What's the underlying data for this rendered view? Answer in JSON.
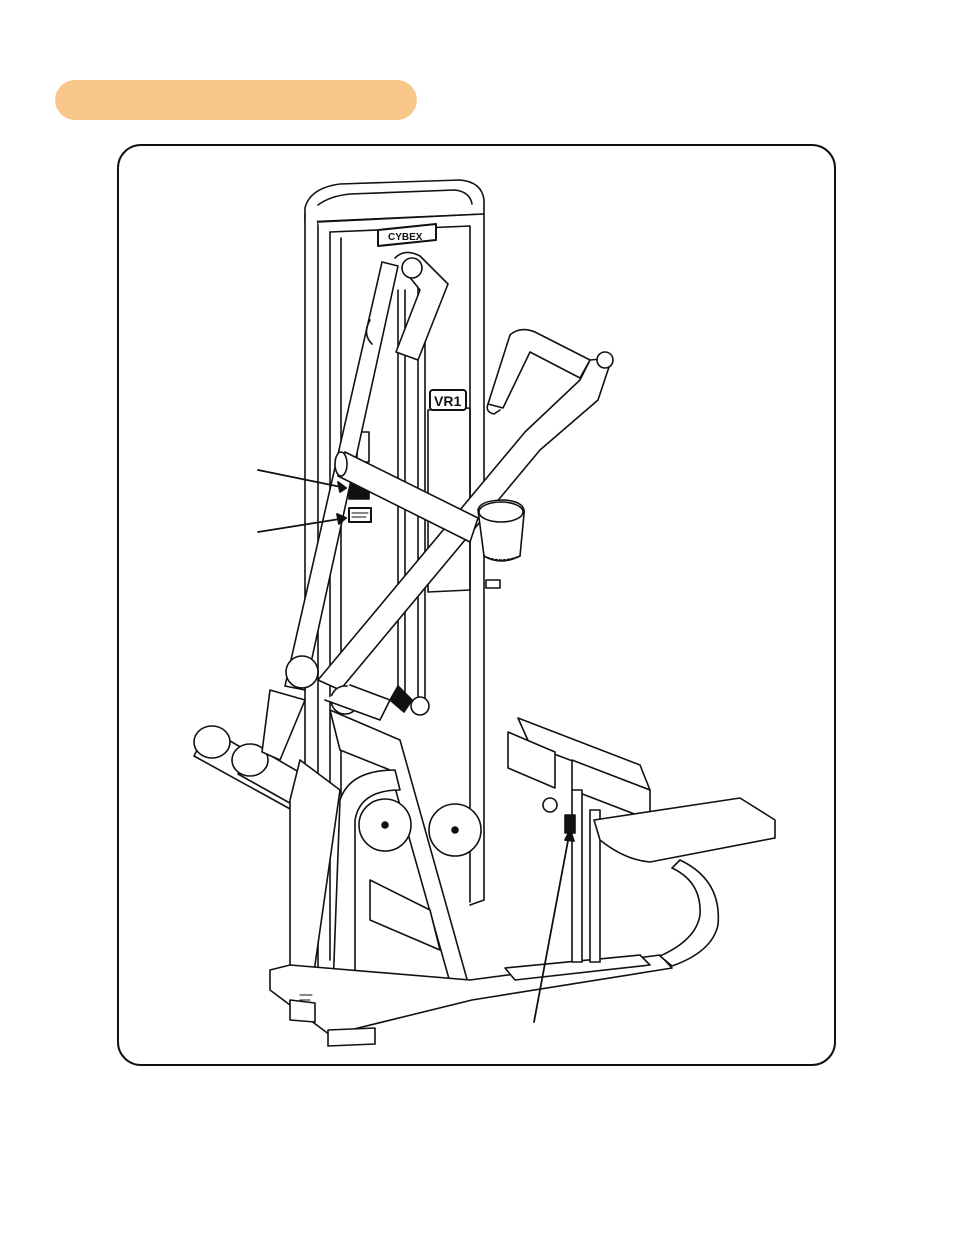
{
  "header": {
    "label": "",
    "color": "#f9c78a"
  },
  "illustration": {
    "brand_logo": "CYBEX",
    "model_label": "VR1",
    "callouts": [
      {
        "name": "warning-label-upper"
      },
      {
        "name": "warning-label-lower"
      },
      {
        "name": "seat-post-label"
      }
    ]
  }
}
